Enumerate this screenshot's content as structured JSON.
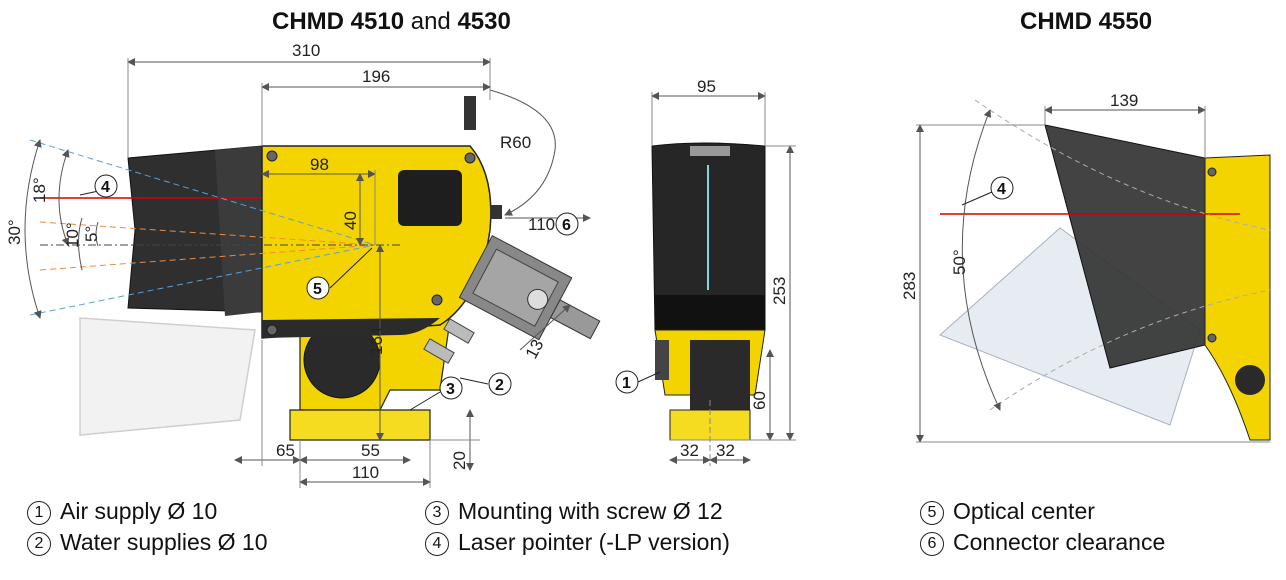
{
  "titles": {
    "left": {
      "model_a": "CHMD 4510",
      "conj": "and",
      "model_b": "4530"
    },
    "right": "CHMD 4550"
  },
  "dimensions": {
    "d310": "310",
    "d196": "196",
    "d98": "98",
    "d40": "40",
    "r60": "R60",
    "d110_conn": "110",
    "d13": "13",
    "d164": "164",
    "d65": "65",
    "d55": "55",
    "d110_base": "110",
    "d20": "20",
    "a18": "18°",
    "a30": "30°",
    "a10": "10°",
    "a5": "5°",
    "d95": "95",
    "d253": "253",
    "d60": "60",
    "d32a": "32",
    "d32b": "32",
    "d139": "139",
    "d283": "283",
    "a50": "50°"
  },
  "callouts": {
    "c1": "1",
    "c2": "2",
    "c3": "3",
    "c4": "4",
    "c5": "5",
    "c6": "6"
  },
  "legend": [
    {
      "num": "1",
      "text": "Air supply Ø 10"
    },
    {
      "num": "2",
      "text": "Water supplies Ø 10"
    },
    {
      "num": "3",
      "text": "Mounting with screw Ø 12"
    },
    {
      "num": "4",
      "text": "Laser pointer (-LP version)"
    },
    {
      "num": "5",
      "text": "Optical center"
    },
    {
      "num": "6",
      "text": "Connector clearance"
    }
  ],
  "colors": {
    "housing_yellow": "#f3d400",
    "hood_dark": "#2a2a2a",
    "laser_red": "#d40000",
    "dim_line": "#555555"
  }
}
